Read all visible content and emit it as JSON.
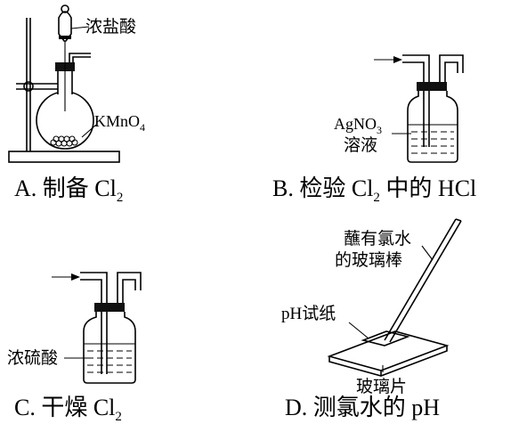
{
  "panels": {
    "a": {
      "label_cn": "A.  制备 ",
      "label_formula": "Cl",
      "label_sub": "2",
      "reagent_top": "浓盐酸",
      "reagent_bottom": "KMnO",
      "reagent_bottom_sub": "4"
    },
    "b": {
      "label_cn": "B.  检验 ",
      "label_formula": "Cl",
      "label_sub": "2",
      "label_tail": " 中的 HCl",
      "reagent_line1": "AgNO",
      "reagent_line1_sub": "3",
      "reagent_line2": "溶液"
    },
    "c": {
      "label_cn": "C.  干燥 ",
      "label_formula": "Cl",
      "label_sub": "2",
      "reagent": "浓硫酸"
    },
    "d": {
      "label": "D.  测氯水的 pH",
      "rod_line1": "蘸有氯水",
      "rod_line2": "的玻璃棒",
      "paper": "pH试纸",
      "plate": "玻璃片"
    }
  }
}
